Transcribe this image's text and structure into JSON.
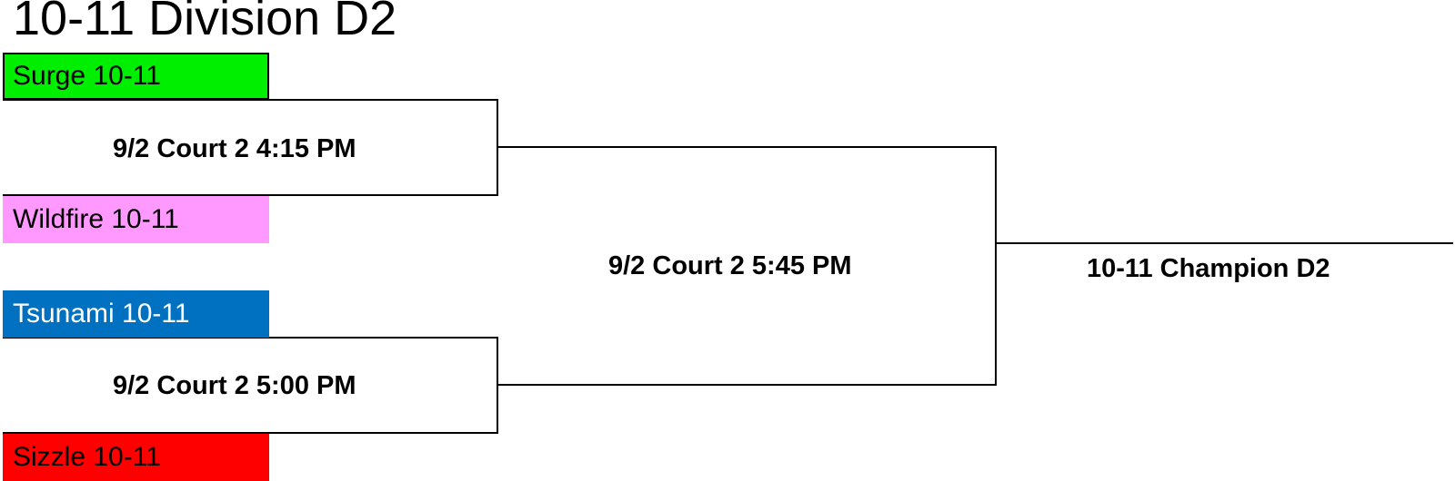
{
  "title": "10-11 Division D2",
  "teams": [
    {
      "name": "Surge 10-11",
      "bg": "#00ee00",
      "fg": "#000000"
    },
    {
      "name": "Wildfire 10-11",
      "bg": "#ff99ff",
      "fg": "#000000"
    },
    {
      "name": "Tsunami 10-11",
      "bg": "#0070c0",
      "fg": "#ffffff"
    },
    {
      "name": "Sizzle 10-11",
      "bg": "#ff0000",
      "fg": "#000000"
    }
  ],
  "matches": {
    "semifinal_1": "9/2 Court 2 4:15 PM",
    "semifinal_2": "9/2 Court 2 5:00 PM",
    "final": "9/2 Court 2 5:45 PM",
    "champion": "10-11 Champion D2"
  },
  "colors": {
    "line": "#000000",
    "background": "#ffffff"
  }
}
